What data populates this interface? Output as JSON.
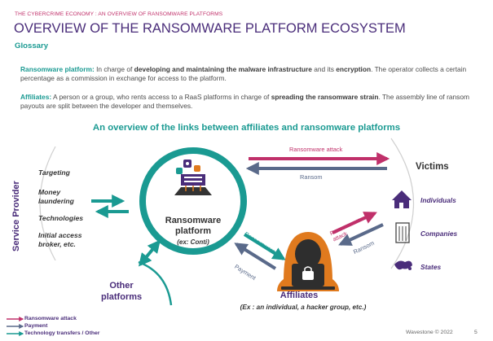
{
  "header": {
    "top_label": "THE CYBERCRIME ECONOMY : AN OVERVIEW OF RANSOMWARE PLATFORMS",
    "title": "OVERVIEW OF THE RANSOMWARE PLATFORM ECOSYSTEM",
    "subtitle": "Glossary"
  },
  "glossary": {
    "platform": {
      "term": "Ransomware platform:",
      "t1": " In charge of ",
      "b1": "developing and maintaining the malware infrastructure",
      "t2": "  and its ",
      "b2": "encryption",
      "t3": ". The operator collects a certain percentage as a commission in exchange for access to the platform."
    },
    "affiliates": {
      "term": "Affiliates:",
      "t1": " A person or a group, who rents access to a RaaS platforms in charge of ",
      "b1": "spreading the ransomware strain",
      "t2": ". The assembly line of ransom payouts are split between the developer and themselves."
    }
  },
  "diagram": {
    "title": "An overview of the links between affiliates and ransomware platforms",
    "service_provider": {
      "title": "Service Provider",
      "items": [
        "Targeting",
        "Money laundering",
        "Technologies",
        "Initial access broker, etc."
      ]
    },
    "platform": {
      "name": "Ransomware platform",
      "example": "(ex: Conti)"
    },
    "other_platforms": "Other platforms",
    "affiliates": {
      "name": "Affiliates",
      "example": "(Ex : an individual, a hacker group, etc.)"
    },
    "victims": {
      "title": "Victims",
      "items": [
        {
          "label": "Individuals",
          "icon": "house-icon"
        },
        {
          "label": "Companies",
          "icon": "building-icon"
        },
        {
          "label": "States",
          "icon": "globe-icon"
        }
      ]
    },
    "arrow_labels": {
      "attack_top": "Ransomware attack",
      "ransom_top": "Ransom",
      "platform_to_aff": "Ransomware",
      "aff_to_platform": "Payment",
      "aff_attack": "Ransomware attack",
      "aff_ransom": "Ransom"
    }
  },
  "legend": [
    {
      "label": "Ransomware attack",
      "color": "#c0306a"
    },
    {
      "label": "Payment",
      "color": "#5a6a8a"
    },
    {
      "label": "Technology transfers / Other",
      "color": "#1a9a92"
    }
  ],
  "footer": {
    "brand": "Wavestone © 2022",
    "page": "5"
  },
  "colors": {
    "teal": "#1a9a92",
    "crimson": "#c0306a",
    "slate": "#5a6a8a",
    "purple": "#4a2d7a",
    "orange": "#e07a1e"
  }
}
